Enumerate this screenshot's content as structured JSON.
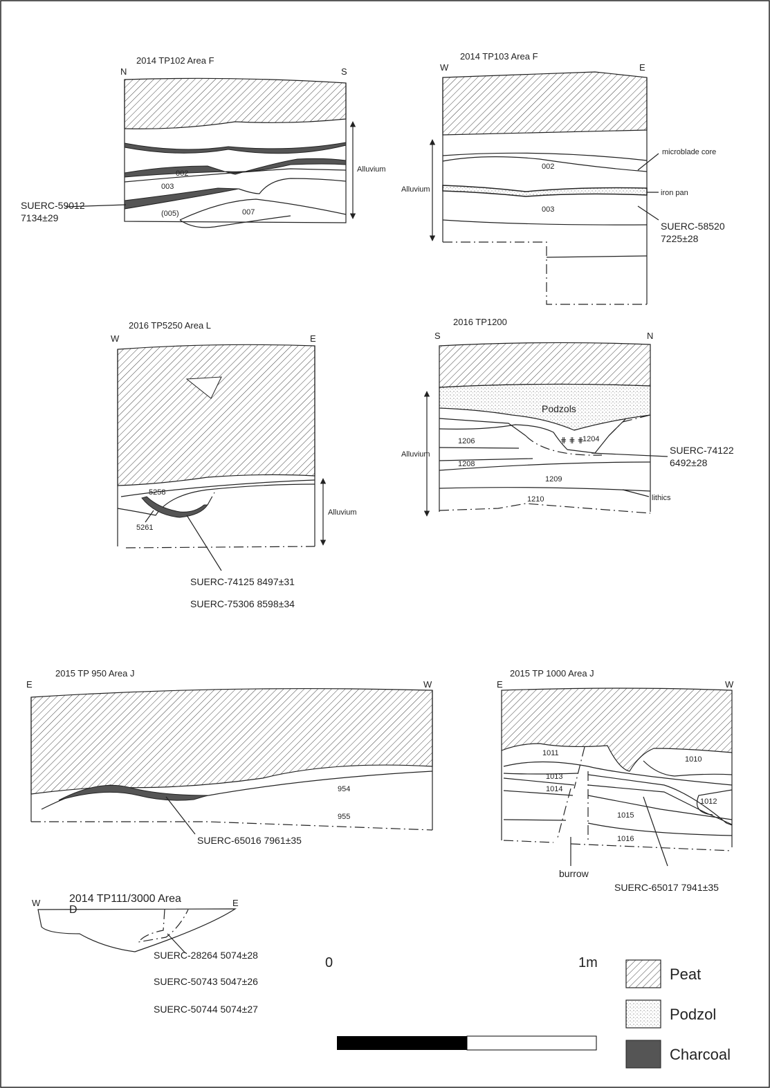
{
  "sections": {
    "tp102": {
      "title": "2014 TP102 Area F",
      "left": "N",
      "right": "S",
      "alluvium": "Alluvium",
      "layers": [
        "002",
        "003",
        "(005)",
        "007"
      ],
      "sample": "SUERC-59012",
      "date": "7134±29"
    },
    "tp103": {
      "title": "2014 TP103 Area F",
      "left": "W",
      "right": "E",
      "alluvium": "Alluvium",
      "layers": [
        "002",
        "003"
      ],
      "microblade": "microblade core",
      "iron_pan": "iron pan",
      "sample": "SUERC-58520",
      "date": "7225±28"
    },
    "tp5250": {
      "title": "2016 TP5250 Area L",
      "left": "W",
      "right": "E",
      "alluvium": "Alluvium",
      "layers": [
        "5258",
        "5261"
      ],
      "sample1": "SUERC-74125 8497±31",
      "sample2": "SUERC-75306 8598±34"
    },
    "tp1200": {
      "title": "2016 TP1200",
      "left": "S",
      "right": "N",
      "alluvium": "Alluvium",
      "podzols": "Podzols",
      "layers": [
        "1206",
        "1204",
        "1208",
        "1209",
        "1210"
      ],
      "sample": "SUERC-74122",
      "date": "6492±28",
      "lithics": "lithics"
    },
    "tp950": {
      "title": "2015 TP 950 Area J",
      "left": "E",
      "right": "W",
      "layers": [
        "954",
        "955"
      ],
      "sample": "SUERC-65016 7961±35"
    },
    "tp1000": {
      "title": "2015 TP 1000 Area J",
      "left": "E",
      "right": "W",
      "layers": [
        "1011",
        "1010",
        "1013",
        "1014",
        "1012",
        "1015",
        "1016"
      ],
      "burrow": "burrow",
      "sample": "SUERC-65017 7941±35"
    },
    "tp111": {
      "title_line1": "2014 TP111/3000 Area",
      "title_line2": "D",
      "left": "W",
      "right": "E",
      "samples": [
        "SUERC-28264 5074±28",
        "SUERC-50743 5047±26",
        "SUERC-50744 5074±27"
      ]
    }
  },
  "scale": {
    "start": "0",
    "end": "1m"
  },
  "legend": [
    {
      "label": "Peat",
      "color": "#ffffff"
    },
    {
      "label": "Podzol",
      "color": "#eeeeee"
    },
    {
      "label": "Charcoal",
      "color": "#555555"
    }
  ]
}
